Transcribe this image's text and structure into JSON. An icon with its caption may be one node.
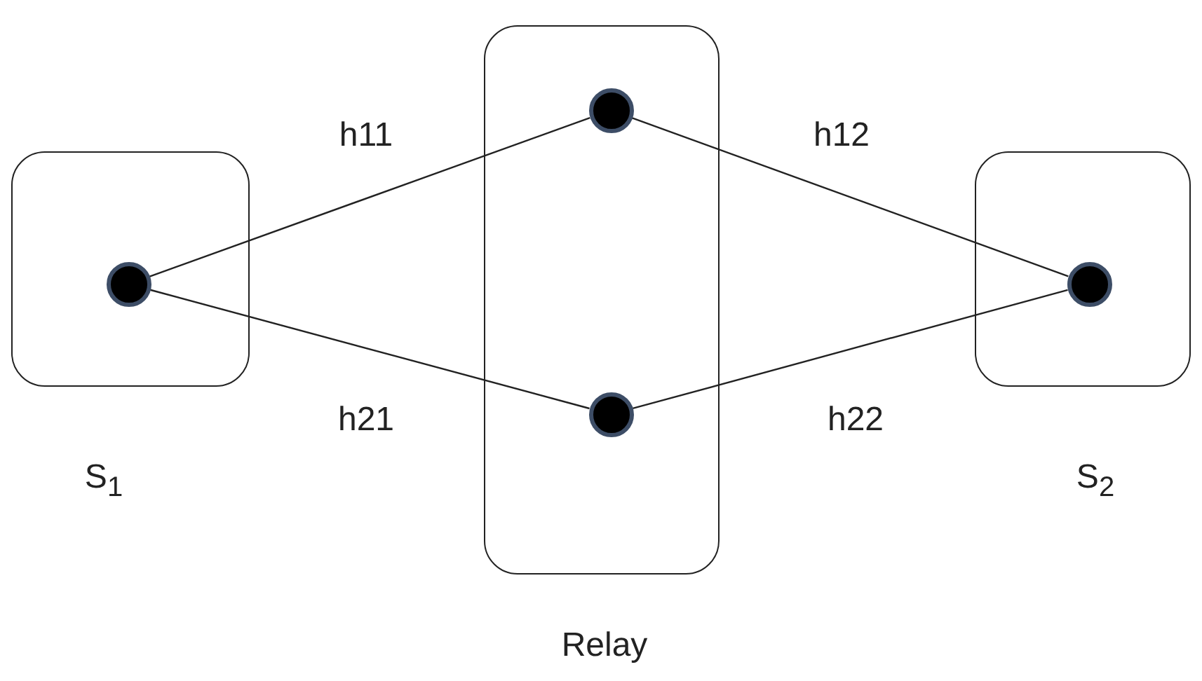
{
  "diagram": {
    "nodes": [
      {
        "text": [
          "S$_{1}$"
        ]
      },
      {
        "text": [],
        "shape": "circle",
        "in": 0
      },
      {
        "text": [
          "Relay"
        ]
      },
      {
        "text": [],
        "shape": "circle",
        "in": 2
      },
      {
        "text": [],
        "shape": "circle",
        "in": 2
      },
      {
        "text": [
          "S$_{2}$"
        ]
      },
      {
        "text": [],
        "shape": "circle",
        "in": 5
      }
    ],
    "edges": [
      {
        "from": 1,
        "to": 3,
        "arrow": "none",
        "label": "h11"
      },
      {
        "from": 3,
        "to": 6,
        "arrow": "none",
        "label": "h12"
      },
      {
        "from": 1,
        "to": 4,
        "arrow": "none",
        "label": "h21"
      },
      {
        "from": 4,
        "to": 6,
        "arrow": "none",
        "label": "h22"
      }
    ]
  }
}
